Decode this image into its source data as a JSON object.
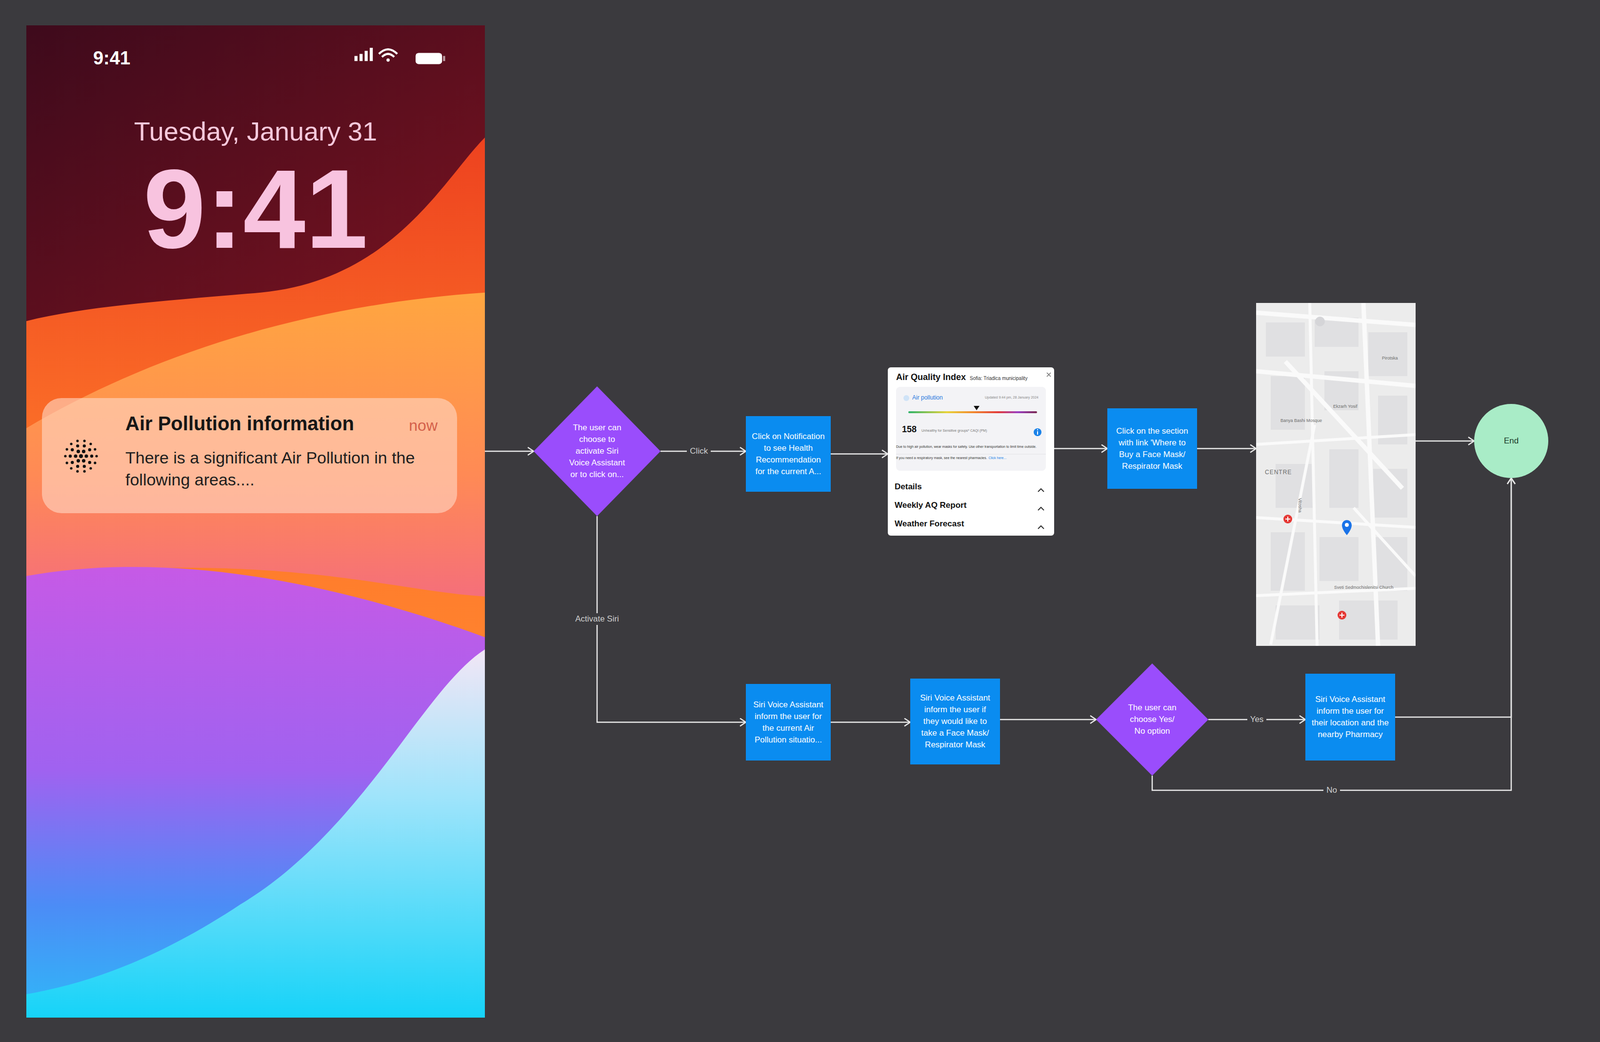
{
  "diagram": {
    "nodes": [
      {
        "text": [
          "9:41",
          "Tuesday, January 31",
          "9:41"
        ]
      },
      {
        "text": [
          "Air Pollution information",
          "now",
          "There is a significant Air Pollution in the following areas...."
        ],
        "in": 0
      },
      {
        "text": [
          "The user can choose to activate Siri Voice Assistant or to click on..."
        ]
      },
      {
        "text": [
          "Click on Notification to see Health Recommendation for the current A..."
        ]
      },
      {
        "text": [
          "Air Quality Index",
          "Sofia: Triadica municipality",
          "Air pollution",
          "Updated 9:44 pm, 28 January 2024",
          "158",
          "Unhealthy for Sensitive groups* CAQI (PM)",
          "Due to high air pollution, wear masks for safety. Use other transportation to limit time outside.",
          "If you need a respiratory mask, see the nearest pharmacies.",
          "Click here...",
          "Details",
          "Weekly AQ Report",
          "Weather Forecast"
        ]
      },
      {
        "text": [
          "Click on the section with link 'Where to Buy a Face Mask/ Respirator Mask"
        ]
      },
      {
        "text": [
          "CENTRE",
          "Banya Bashi Mosque",
          "Ekzarh Yosif",
          "Pirotska",
          "Vitosha",
          "Sveti Sedmochislenitsi Church"
        ]
      },
      {
        "text": [
          "End"
        ]
      },
      {
        "text": [
          "Siri Voice Assistant inform the user for the current Air Pollution situatio..."
        ]
      },
      {
        "text": [
          "Siri Voice Assistant inform the user if they would like to take a Face Mask/ Respirator Mask"
        ]
      },
      {
        "text": [
          "The user can choose Yes/ No option"
        ]
      },
      {
        "text": [
          "Siri Voice Assistant inform the user for their location and the nearby Pharmacy"
        ]
      }
    ],
    "edges": [
      {
        "from": 1,
        "to": 2,
        "arrow": "to"
      },
      {
        "from": 2,
        "to": 3,
        "label": "Click",
        "arrow": "to"
      },
      {
        "from": 3,
        "to": 4,
        "arrow": "to"
      },
      {
        "from": 4,
        "to": 5,
        "arrow": "to"
      },
      {
        "from": 5,
        "to": 6,
        "arrow": "to"
      },
      {
        "from": 6,
        "to": 7,
        "arrow": "to"
      },
      {
        "from": 2,
        "to": 8,
        "label": "Activate Siri",
        "arrow": "to"
      },
      {
        "from": 8,
        "to": 9,
        "arrow": "to"
      },
      {
        "from": 9,
        "to": 10,
        "arrow": "to"
      },
      {
        "from": 10,
        "to": 11,
        "label": "Yes",
        "arrow": "to"
      },
      {
        "from": 11,
        "to": 7,
        "arrow": "to"
      },
      {
        "from": 10,
        "to": 7,
        "label": "No",
        "arrow": "to"
      }
    ]
  }
}
